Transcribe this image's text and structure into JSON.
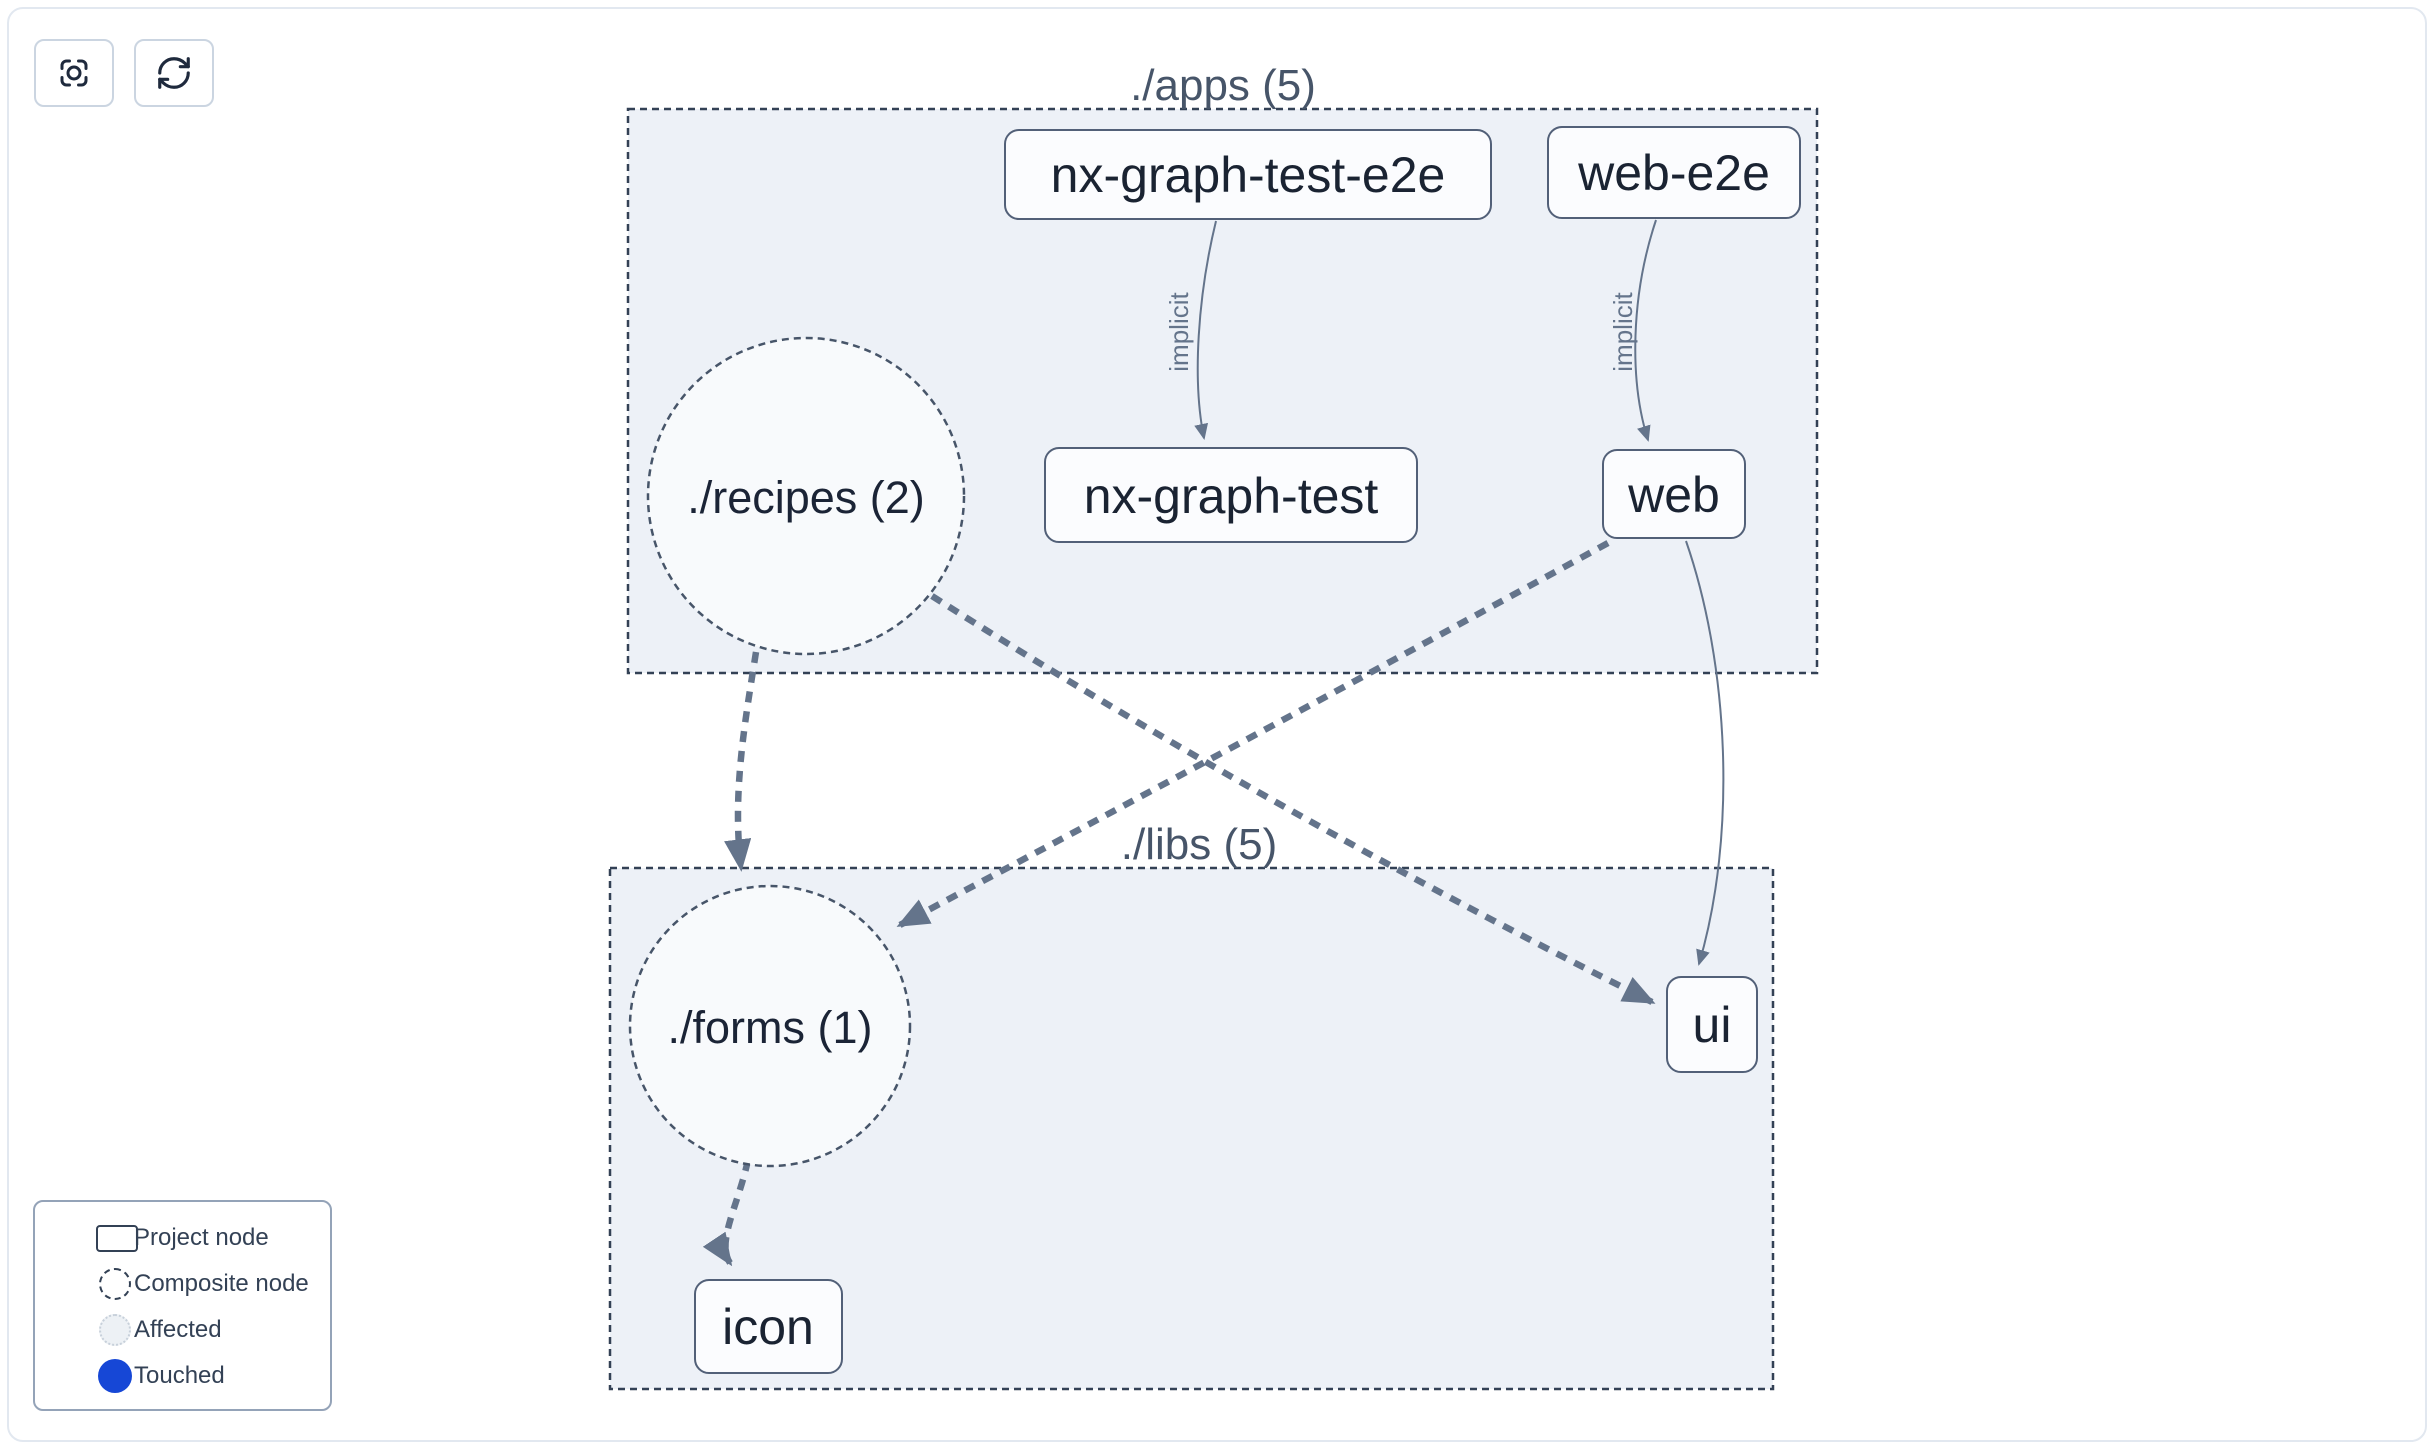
{
  "toolbar": {
    "buttons": [
      {
        "name": "focus",
        "icon": "focus-icon"
      },
      {
        "name": "refresh",
        "icon": "refresh-icon"
      }
    ]
  },
  "graph": {
    "clusters": [
      {
        "id": "apps",
        "label": "./apps (5)"
      },
      {
        "id": "libs",
        "label": "./libs (5)"
      }
    ],
    "composites": [
      {
        "id": "recipes",
        "label": "./recipes (2)"
      },
      {
        "id": "forms",
        "label": "./forms (1)"
      }
    ],
    "nodes": [
      {
        "id": "nx-graph-test-e2e",
        "label": "nx-graph-test-e2e",
        "cluster": "apps"
      },
      {
        "id": "web-e2e",
        "label": "web-e2e",
        "cluster": "apps"
      },
      {
        "id": "nx-graph-test",
        "label": "nx-graph-test",
        "cluster": "apps"
      },
      {
        "id": "web",
        "label": "web",
        "cluster": "apps"
      },
      {
        "id": "ui",
        "label": "ui",
        "cluster": "libs"
      },
      {
        "id": "icon",
        "label": "icon",
        "cluster": "libs"
      }
    ],
    "edges": [
      {
        "from": "nx-graph-test-e2e",
        "to": "nx-graph-test",
        "type": "implicit",
        "label": "implicit",
        "style": "solid"
      },
      {
        "from": "web-e2e",
        "to": "web",
        "type": "implicit",
        "label": "implicit",
        "style": "solid"
      },
      {
        "from": "./recipes",
        "to": "./forms",
        "type": "composite",
        "label": "",
        "style": "dashed"
      },
      {
        "from": "web",
        "to": "./forms",
        "type": "composite",
        "label": "",
        "style": "dashed"
      },
      {
        "from": "./recipes",
        "to": "ui",
        "type": "composite",
        "label": "",
        "style": "dashed"
      },
      {
        "from": "web",
        "to": "ui",
        "type": "static",
        "label": "",
        "style": "solid"
      },
      {
        "from": "./forms",
        "to": "icon",
        "type": "composite",
        "label": "",
        "style": "dashed"
      }
    ]
  },
  "legend": {
    "items": [
      {
        "label": "Project node",
        "swatch": "project-node-swatch"
      },
      {
        "label": "Composite node",
        "swatch": "composite-node-swatch"
      },
      {
        "label": "Affected",
        "swatch": "affected-swatch"
      },
      {
        "label": "Touched",
        "swatch": "touched-swatch"
      }
    ]
  },
  "colors": {
    "edge": "#64748b",
    "cluster_fill": "#edf1f7",
    "cluster_border": "#334155",
    "node_fill": "#fbfcfe",
    "node_border": "#526078",
    "node_text": "#1a2332",
    "title_text": "#475569",
    "touched_blue": "#1647d6",
    "affected_fill": "#edf1f5",
    "page_border": "#e2e8f0"
  }
}
